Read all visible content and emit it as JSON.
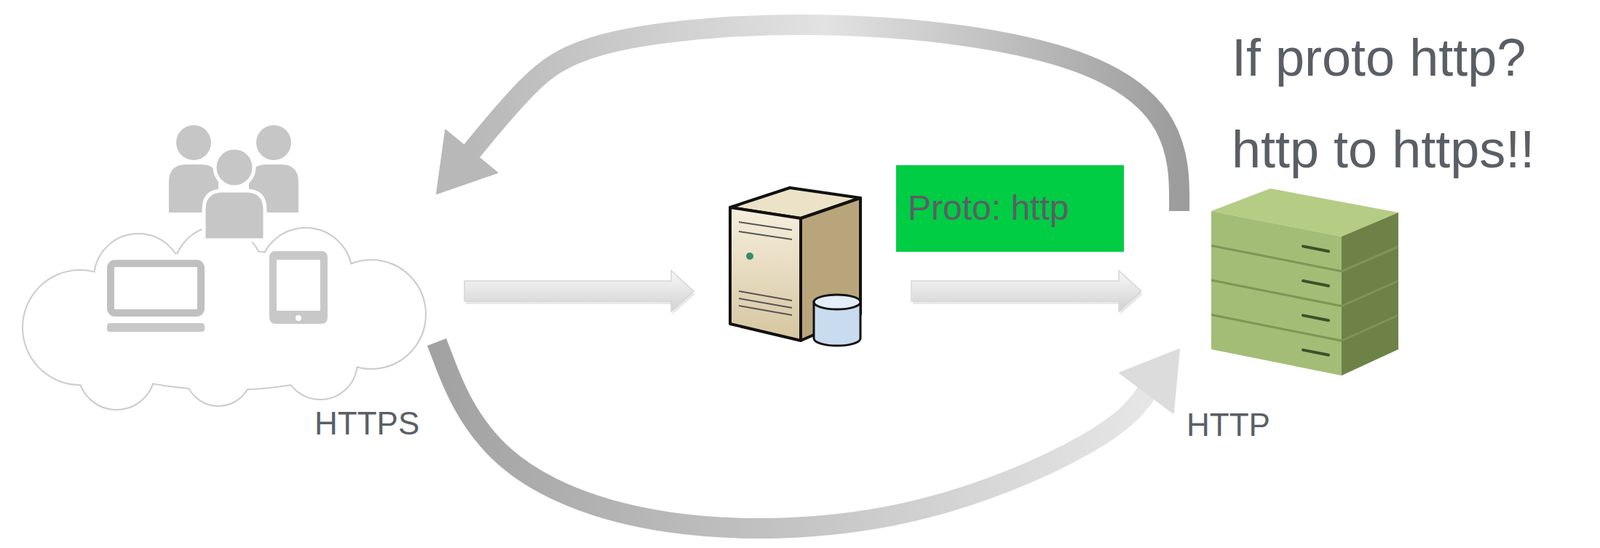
{
  "diagram": {
    "nodes": [
      {
        "text": [
          "HTTPS"
        ]
      },
      {
        "text": [
          "Proto: http"
        ]
      },
      {
        "text": [
          "HTTP"
        ]
      }
    ],
    "edges": [
      {
        "from": 2,
        "to": 0,
        "arrow": "to"
      },
      {
        "from": 0,
        "to": 2,
        "arrow": "to"
      }
    ],
    "labels": [
      "If proto http?",
      "http to https!!"
    ]
  }
}
